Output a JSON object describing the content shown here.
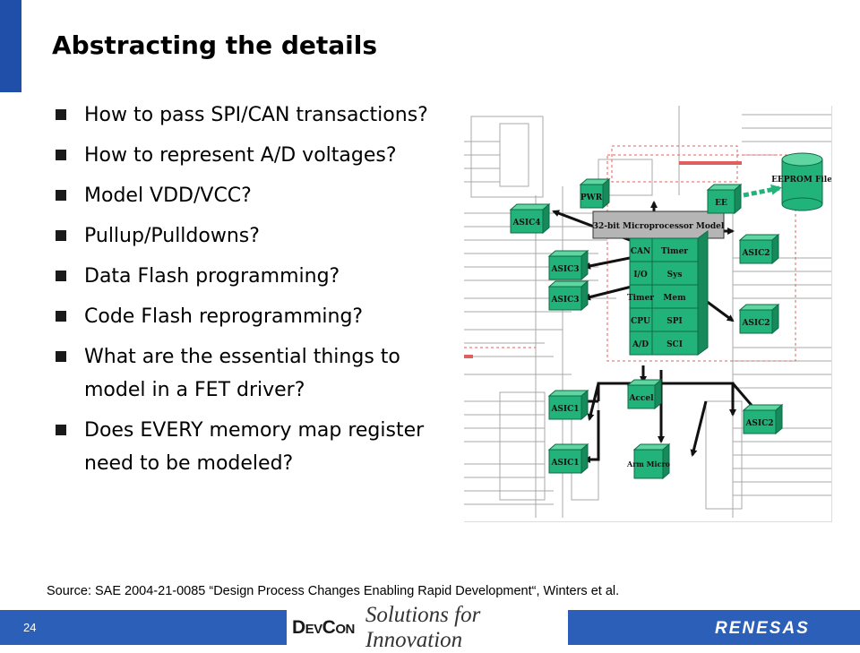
{
  "slide": {
    "title": "Abstracting the details",
    "bullets": [
      "How to pass SPI/CAN transactions?",
      "How to represent A/D voltages?",
      "Model VDD/VCC?",
      "Pullup/Pulldowns?",
      "Data Flash programming?",
      "Code Flash reprogramming?",
      "What are the essential things to model in a FET driver?",
      "Does EVERY memory map register need to be modeled?"
    ],
    "source": "Source: SAE 2004-21-0085 “Design Process Changes Enabling Rapid Development“, Winters et al."
  },
  "footer": {
    "page_number": "24",
    "devcon": "DevCon",
    "tagline": "Solutions for Innovation",
    "brand": "RENESAS"
  },
  "diagram": {
    "processor_title": "32-bit Microprocessor Model",
    "processor_cells": [
      "CAN",
      "Timer",
      "I/O",
      "Sys",
      "Timer",
      "Mem",
      "CPU",
      "SPI",
      "A/D",
      "SCI"
    ],
    "blocks": {
      "pwr": "PWR",
      "ee": "EE",
      "eeprom": "EEPROM File",
      "asic4": "ASIC4",
      "asic3": "ASIC3",
      "asic3b": "ASIC3",
      "asic2a": "ASIC2",
      "asic2b": "ASIC2",
      "asic2c": "ASIC2",
      "asic1a": "ASIC1",
      "asic1b": "ASIC1",
      "accel": "Accel",
      "arm": "Arm Micro"
    },
    "colors": {
      "block": "#22b37a",
      "block_top": "#5fd6a1",
      "processor_header": "#b5b5b5",
      "dashed_region": "#e06060",
      "background_wiring": "#9a9a9a"
    }
  }
}
